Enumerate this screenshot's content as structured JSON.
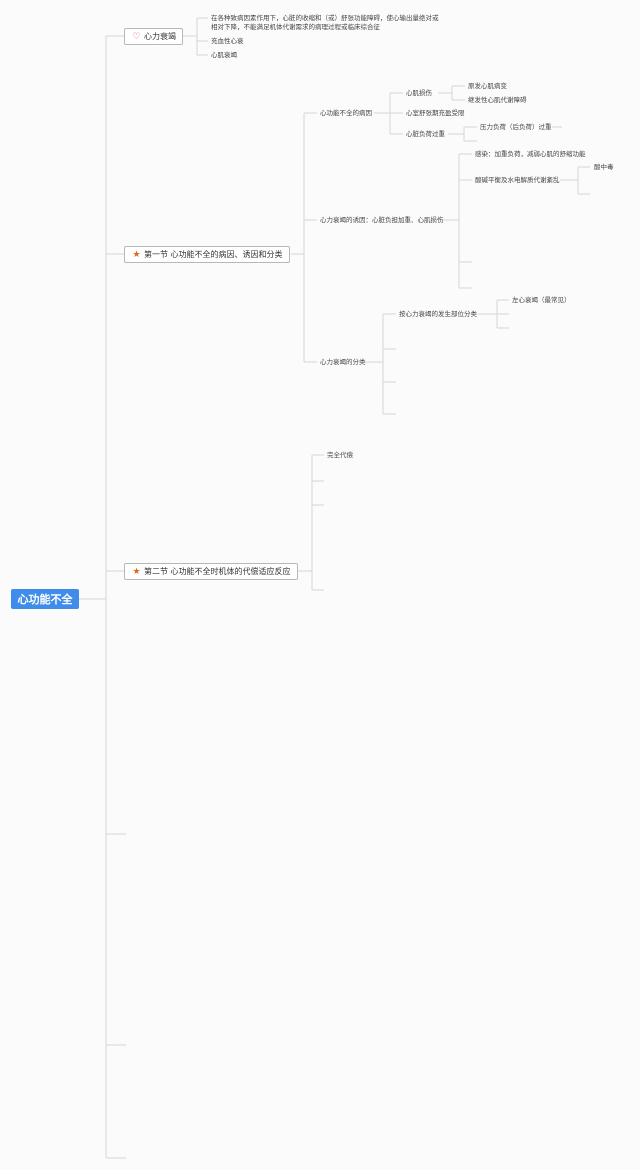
{
  "root": {
    "label": "心功能不全"
  },
  "branch_heart_failure": {
    "icon": "heart-outline-icon",
    "label": "心力衰竭",
    "definition_line1": "在各种致病因素作用下，心脏的收缩和（或）舒张功能障碍，使心输出量绝对或",
    "definition_line2": "相对下降，不能满足机体代谢需求的病理过程或临床综合征",
    "item_congestive": "充血性心衰",
    "item_myocardial_failure": "心肌衰竭"
  },
  "section1": {
    "icon": "star-icon",
    "label": "第一节 心功能不全的病因、诱因和分类",
    "causes": {
      "label": "心功能不全的病因",
      "myocardial_damage": "心肌损伤",
      "primary_myopathy": "原发心肌病变",
      "secondary_metabolic": "继发性心肌代谢障碍",
      "diastolic_filling": "心室舒张期充盈受限",
      "overload": "心脏负荷过重",
      "pressure_overload": "压力负荷（后负荷）过重"
    },
    "triggers": {
      "label": "心力衰竭的诱因：心脏负担加重、心肌损伤",
      "infection": "感染：加重负荷，减弱心肌的舒缩功能",
      "acid_base": "酸碱平衡及水电解质代谢紊乱",
      "acidosis": "酸中毒"
    },
    "classification": {
      "label": "心力衰竭的分类",
      "by_site": "按心力衰竭的发生部位分类",
      "left": "左心衰竭（最常见）"
    }
  },
  "section2": {
    "icon": "star-icon",
    "label": "第二节 心功能不全时机体的代偿适应反应",
    "full_compensation": "完全代偿"
  },
  "colors": {
    "root_bg": "#3f8cea",
    "line": "#d6d6d6",
    "heart": "#d9534f",
    "star": "#e0651f"
  }
}
